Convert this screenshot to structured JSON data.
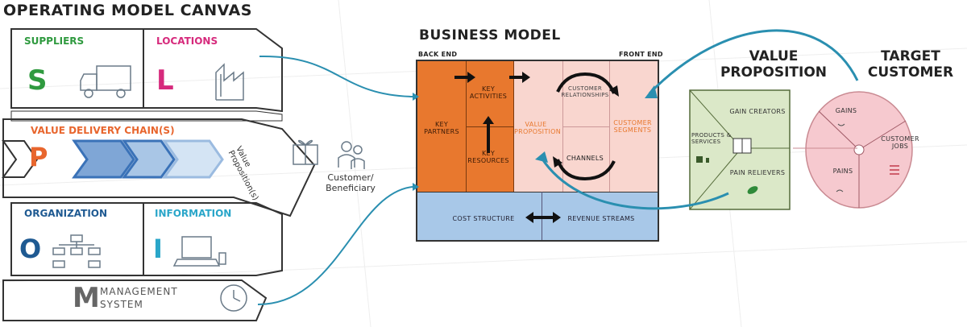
{
  "operating_model": {
    "title": "OPERATING MODEL CANVAS",
    "suppliers": {
      "label": "SUPPLIERS",
      "letter": "S"
    },
    "locations": {
      "label": "LOCATIONS",
      "letter": "L"
    },
    "value_delivery": {
      "label": "VALUE DELIVERY CHAIN(S)",
      "letter": "P",
      "value_prop": "Value Proposition(s)"
    },
    "customer": "Customer/ Beneficiary",
    "organization": {
      "label": "ORGANIZATION",
      "letter": "O"
    },
    "information": {
      "label": "INFORMATION",
      "letter": "I"
    },
    "management": {
      "letter": "M",
      "label_1": "MANAGEMENT",
      "label_2": "SYSTEM"
    }
  },
  "business_model": {
    "title": "BUSINESS MODEL",
    "back_end": "BACK END",
    "front_end": "FRONT END",
    "key_partners": "KEY PARTNERS",
    "key_activities": "KEY ACTIVITIES",
    "key_resources": "KEY RESOURCES",
    "value_proposition": "VALUE PROPOSITION",
    "customer_relationships": "CUSTOMER RELATIONSHIPS",
    "channels": "CHANNELS",
    "customer_segments": "CUSTOMER SEGMENTS",
    "cost_structure": "COST STRUCTURE",
    "revenue_streams": "REVENUE STREAMS"
  },
  "value_proposition": {
    "title_1": "VALUE",
    "title_2": "PROPOSITION",
    "gain_creators": "GAIN CREATORS",
    "products_services": "PRODUCTS & SERVICES",
    "pain_relievers": "PAIN RELIEVERS"
  },
  "target_customer": {
    "title_1": "TARGET",
    "title_2": "CUSTOMER",
    "gains": "GAINS",
    "pains": "PAINS",
    "customer_jobs": "CUSTOMER JOBS"
  },
  "colors": {
    "orange": "#e8782e",
    "pink": "#f9d6cf",
    "blue_cell": "#a8c8e8",
    "green_box": "#dbe8c8",
    "pink_circle": "#f6c9cf",
    "arrow_blue": "#2a8fb0",
    "green_letter": "#2f9a3f",
    "magenta_letter": "#d62a7c",
    "orange_letter": "#e8662e",
    "navy_letter": "#1f5a92",
    "cyan_letter": "#2aa6c9"
  }
}
